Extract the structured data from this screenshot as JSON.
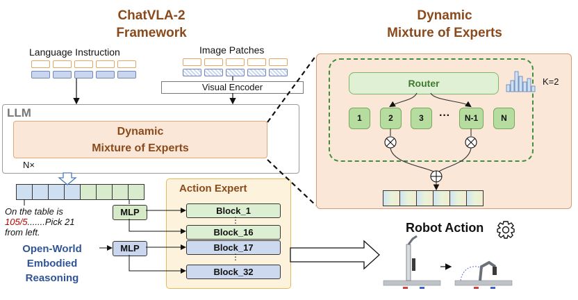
{
  "left": {
    "title_line1": "ChatVLA-2",
    "title_line2": "Framework",
    "language_label": "Language Instruction",
    "image_label": "Image Patches",
    "visual_encoder": "Visual Encoder",
    "llm_label": "LLM",
    "moe_line1": "Dynamic",
    "moe_line2": "Mixture of Experts",
    "nx_label": "N×",
    "quote_part1": "On the table is",
    "quote_red": "105/5",
    "quote_part2": ".......Pick 21",
    "quote_part3": "from left.",
    "reason_line1": "Open-World",
    "reason_line2": "Embodied",
    "reason_line3": "Reasoning",
    "mlp1": "MLP",
    "mlp2": "MLP",
    "action_expert_title": "Action Expert",
    "blocks": [
      "Block_1",
      "Block_16",
      "Block_17",
      "Block_32"
    ],
    "ellipsis": "⋮",
    "robot_action": "Robot Action"
  },
  "right": {
    "title_line1": "Dynamic",
    "title_line2": "Mixture of Experts",
    "router": "Router",
    "k_label": "K=2",
    "experts": [
      "1",
      "2",
      "3",
      "N-1",
      "N"
    ],
    "dots": "···"
  },
  "colors": {
    "title_brown": "#8a4a1c",
    "reason_blue": "#2f5597",
    "router_green": "#3d7a2f",
    "highlight_red": "#c00000"
  },
  "icons": [
    "gear-icon",
    "otimes-icon",
    "oplus-icon",
    "histogram-icon",
    "down-arrow-icon",
    "right-arrow-icon",
    "robot-arm-image"
  ]
}
